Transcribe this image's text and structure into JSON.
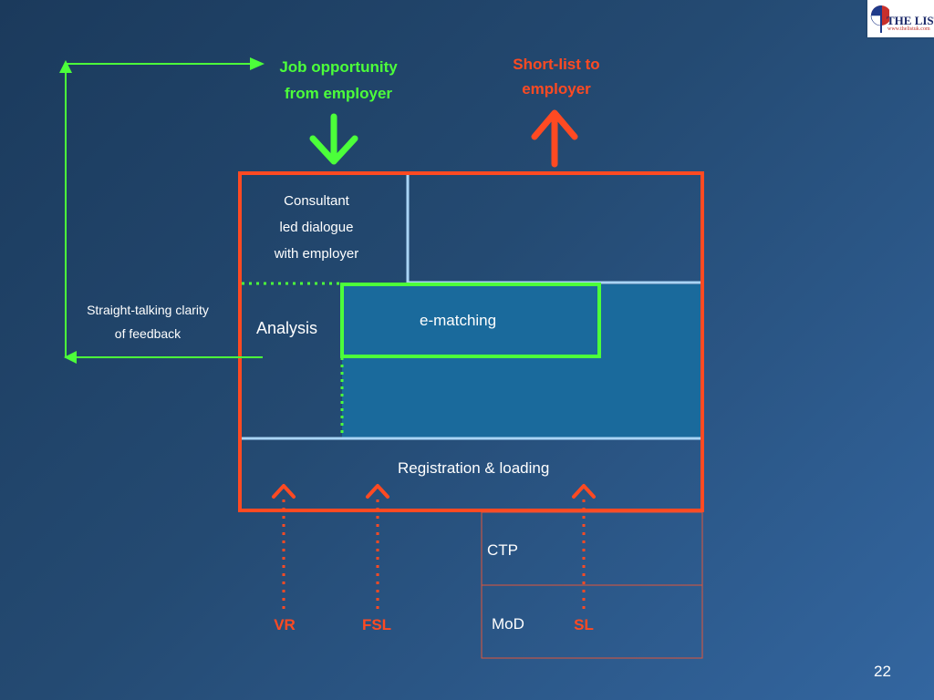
{
  "top": {
    "job_opportunity": [
      "Job opportunity",
      "from employer"
    ],
    "short_list": [
      "Short-list to",
      "employer"
    ]
  },
  "box": {
    "consultant": [
      "Consultant",
      "led dialogue",
      "with employer"
    ],
    "analysis": "Analysis",
    "ematching": "e-matching",
    "registration": "Registration & loading"
  },
  "feedback": [
    "Straight-talking clarity",
    "of feedback"
  ],
  "sources": {
    "vr": "VR",
    "fsl": "FSL",
    "ctp": "CTP",
    "mod": "MoD",
    "sl": "SL"
  },
  "page_number": "22",
  "logo": {
    "name": "THE LIST",
    "trademark": "™",
    "url": "www.thelistuk.com"
  },
  "colors": {
    "background_start": "#1b3a5c",
    "background_end": "#3366a0",
    "green": "#4cff3a",
    "red": "#ff4a22",
    "light_blue_divider": "#a9d4f5",
    "ematching_fill": "#1a6a9c"
  }
}
